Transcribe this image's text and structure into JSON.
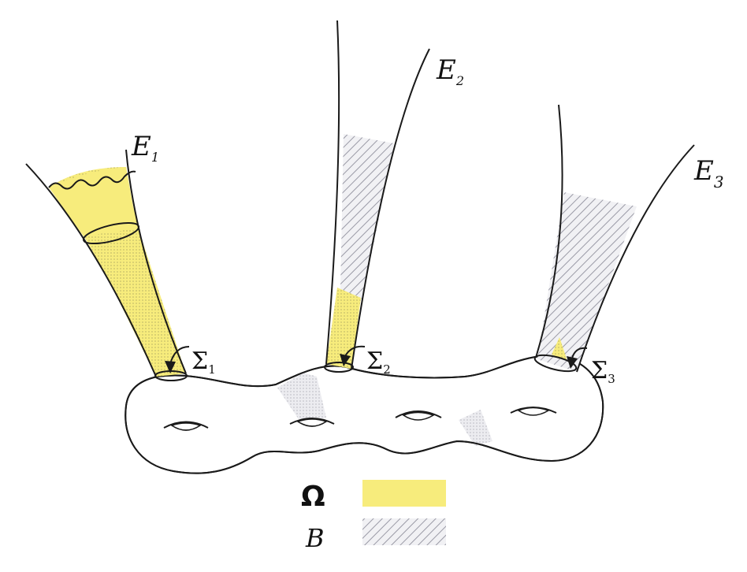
{
  "colors": {
    "omega_fill": "#f7ec7c",
    "b_fill": "#e9e9ee",
    "outline": "#1a1a1a",
    "background": "#ffffff"
  },
  "labels": {
    "end_1": "E",
    "end_1_sub": "1",
    "end_2": "E",
    "end_2_sub": "2",
    "end_3": "E",
    "end_3_sub": "3",
    "sigma_1": "Σ",
    "sigma_1_sub": "1",
    "sigma_2": "Σ",
    "sigma_2_sub": "2",
    "sigma_3": "Σ",
    "sigma_3_sub": "3"
  },
  "legend": {
    "omega_label": "Ω",
    "b_label": "B"
  },
  "surface": {
    "genus_holes": 4,
    "ends": 3
  }
}
